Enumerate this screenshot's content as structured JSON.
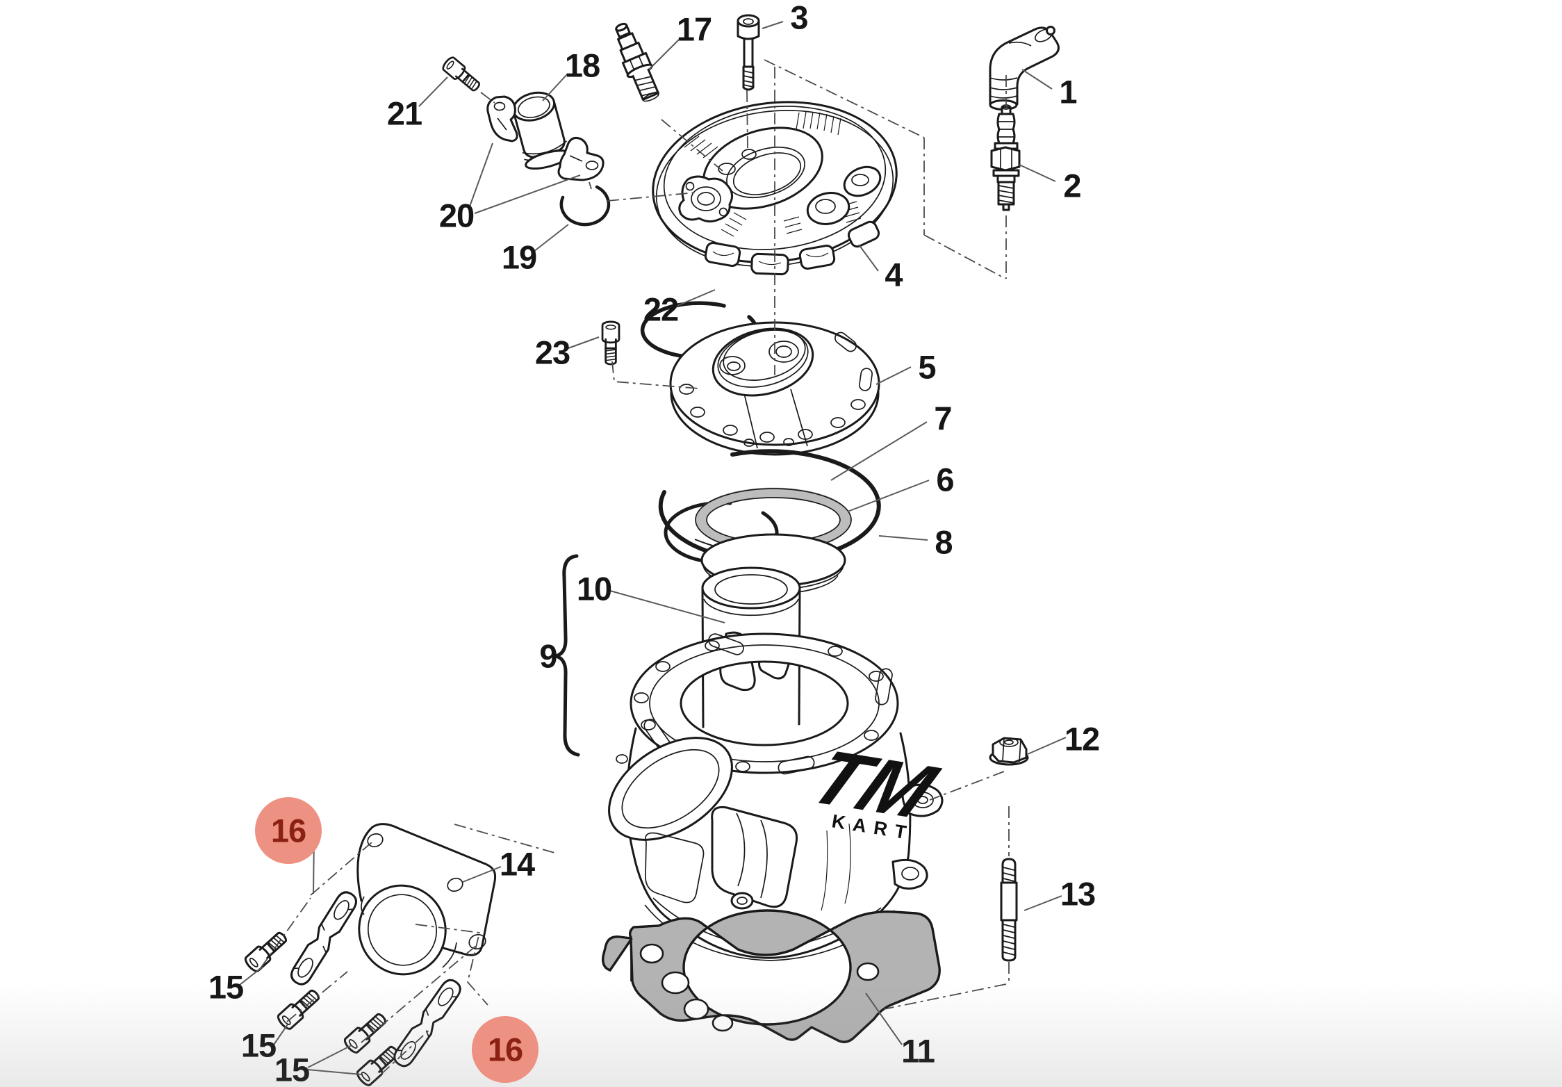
{
  "figure": {
    "kind": "exploded-parts-diagram",
    "brand_logo": "TM",
    "brand_logo_sub": "KART"
  },
  "colors": {
    "background": "#ffffff",
    "line": "#1a1a1a",
    "leader_line": "#5a5a5a",
    "highlight_circle": "#ED9182",
    "highlight_text": "#8B2015",
    "gasket_gray": "#b3b3b3",
    "ring_gray": "#bdbdbd"
  },
  "callouts": [
    {
      "label": "1"
    },
    {
      "label": "2"
    },
    {
      "label": "3"
    },
    {
      "label": "4"
    },
    {
      "label": "5"
    },
    {
      "label": "6"
    },
    {
      "label": "7"
    },
    {
      "label": "8"
    },
    {
      "label": "9"
    },
    {
      "label": "10"
    },
    {
      "label": "11"
    },
    {
      "label": "12"
    },
    {
      "label": "13"
    },
    {
      "label": "14"
    },
    {
      "label": "15"
    },
    {
      "label": "15"
    },
    {
      "label": "15"
    },
    {
      "label": "16",
      "highlighted": true
    },
    {
      "label": "16",
      "highlighted": true
    },
    {
      "label": "17"
    },
    {
      "label": "18"
    },
    {
      "label": "19"
    },
    {
      "label": "20"
    },
    {
      "label": "21"
    },
    {
      "label": "22"
    },
    {
      "label": "23"
    }
  ]
}
